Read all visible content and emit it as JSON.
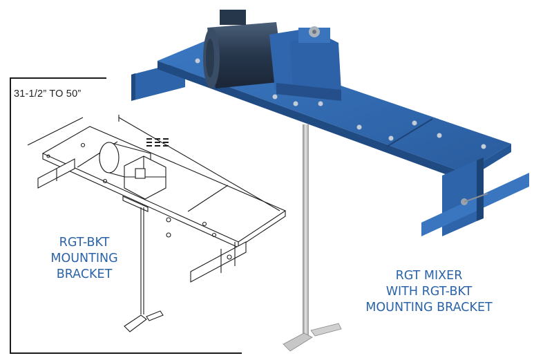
{
  "dimension_label": "31-1/2” TO 50”",
  "left_caption": [
    "RGT-BKT",
    "MOUNTING",
    "BRACKET"
  ],
  "right_caption": [
    "RGT MIXER",
    "WITH RGT-BKT",
    "MOUNTING BRACKET"
  ],
  "colors": {
    "caption_blue": "#2a63a8",
    "bracket_blue": "#2f66ad",
    "line_art": "#1a1a1a"
  }
}
